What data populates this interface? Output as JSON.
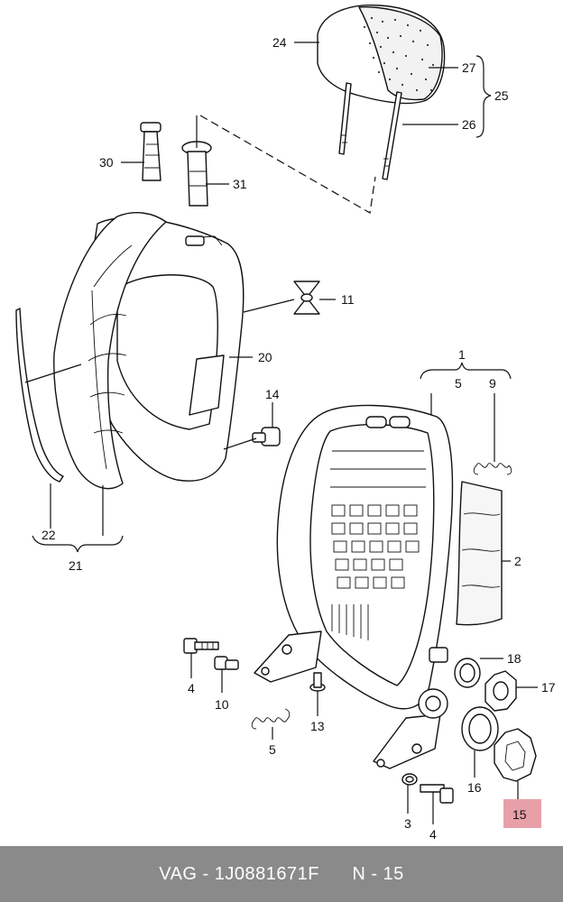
{
  "colors": {
    "footer_background": "#8a8a8a",
    "footer_text": "#ffffff",
    "highlight_fill": "#e8a0a8",
    "highlight_text": "#222222",
    "line": "#111111"
  },
  "highlighted_part": "15",
  "callouts": {
    "c1": "1",
    "c2": "2",
    "c3": "3",
    "c4a": "4",
    "c4b": "4",
    "c5a": "5",
    "c5b": "5",
    "c9": "9",
    "c10": "10",
    "c11": "11",
    "c13": "13",
    "c14": "14",
    "c15": "15",
    "c16": "16",
    "c17": "17",
    "c18": "18",
    "c20": "20",
    "c21": "21",
    "c22": "22",
    "c24": "24",
    "c25": "25",
    "c26": "26",
    "c27": "27",
    "c30": "30",
    "c31": "31"
  },
  "footer": {
    "brand": "VAG",
    "separator": " - ",
    "part_number": "1J0881671F",
    "ref_prefix": "N - ",
    "ref_number": "15"
  }
}
